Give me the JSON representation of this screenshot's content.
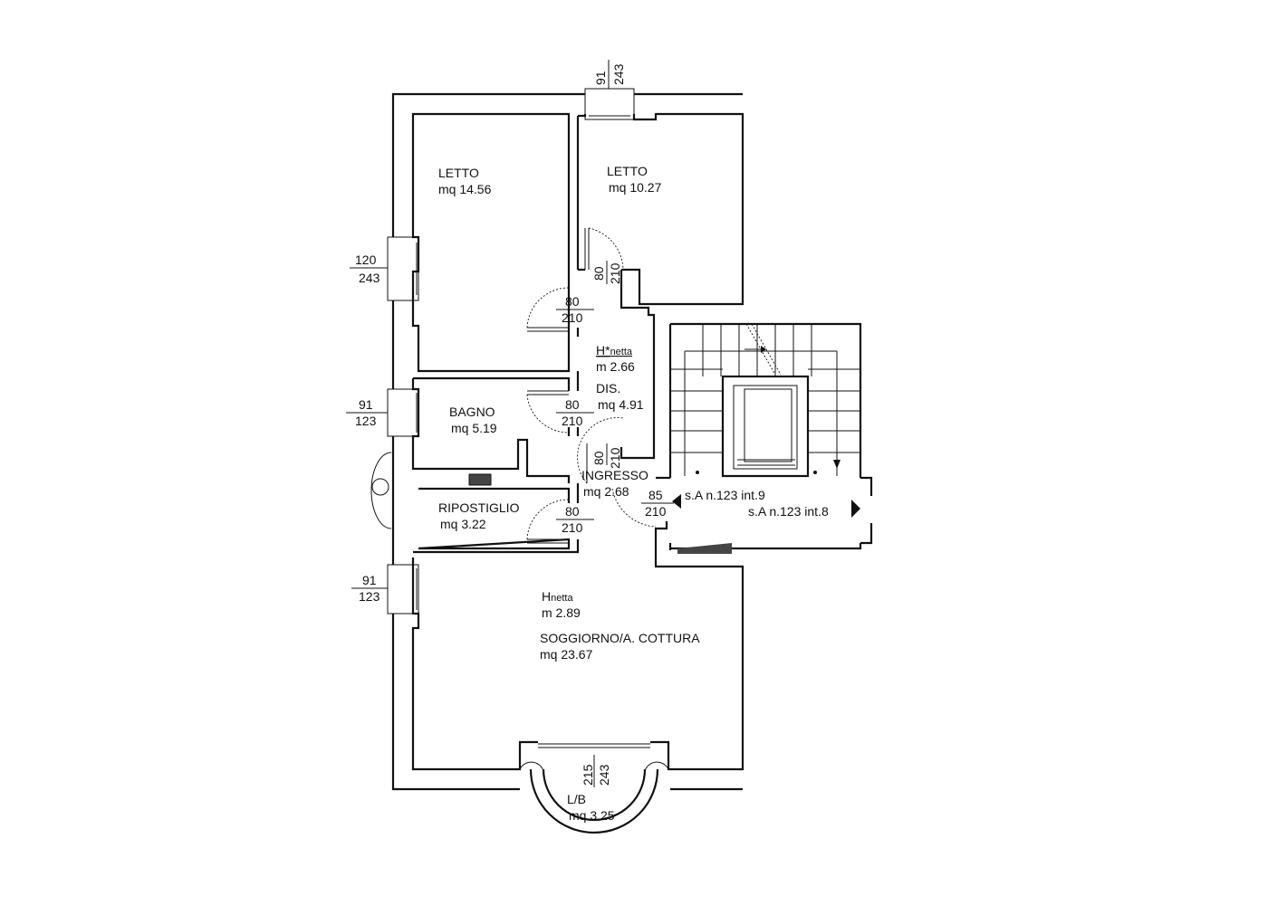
{
  "rooms": {
    "letto1": {
      "name": "LETTO",
      "area": "mq  14.56"
    },
    "letto2": {
      "name": "LETTO",
      "area": "mq  10.27"
    },
    "bagno": {
      "name": "BAGNO",
      "area": "mq  5.19"
    },
    "ripostiglio": {
      "name": "RIPOSTIGLIO",
      "area": "mq  3.22"
    },
    "dis": {
      "name": "DIS.",
      "area": "mq  4.91"
    },
    "ingresso": {
      "name": "INGRESSO",
      "area": "mq  2.68"
    },
    "soggiorno": {
      "name": "SOGGIORNO/A. COTTURA",
      "area": "mq  23.67"
    },
    "lb": {
      "name": "L/B",
      "area": "mq  3.25"
    }
  },
  "heights": {
    "dis": {
      "label_main": "H*",
      "label_sub": "netta",
      "value": "m  2.66"
    },
    "soggiorno": {
      "label_main": "H",
      "label_sub": "netta",
      "value": "m  2.89"
    }
  },
  "openings": {
    "top_window": {
      "width": "91",
      "height": "243"
    },
    "left_window_letto": {
      "width": "120",
      "height": "243"
    },
    "left_window_bagno": {
      "width": "91",
      "height": "123"
    },
    "left_window_soggiorno": {
      "width": "91",
      "height": "123"
    },
    "door_letto2": {
      "width": "80",
      "height": "210"
    },
    "door_letto1": {
      "width": "80",
      "height": "210"
    },
    "door_bagno": {
      "width": "80",
      "height": "210"
    },
    "door_ingresso_v": {
      "width": "80",
      "height": "210"
    },
    "door_ripostiglio": {
      "width": "80",
      "height": "210"
    },
    "door_entrance": {
      "width": "85",
      "height": "210"
    },
    "balcony_door": {
      "width": "215",
      "height": "243"
    }
  },
  "stair": {
    "label_int9": "s.A  n.123  int.9",
    "label_int8": "s.A  n.123  int.8"
  }
}
